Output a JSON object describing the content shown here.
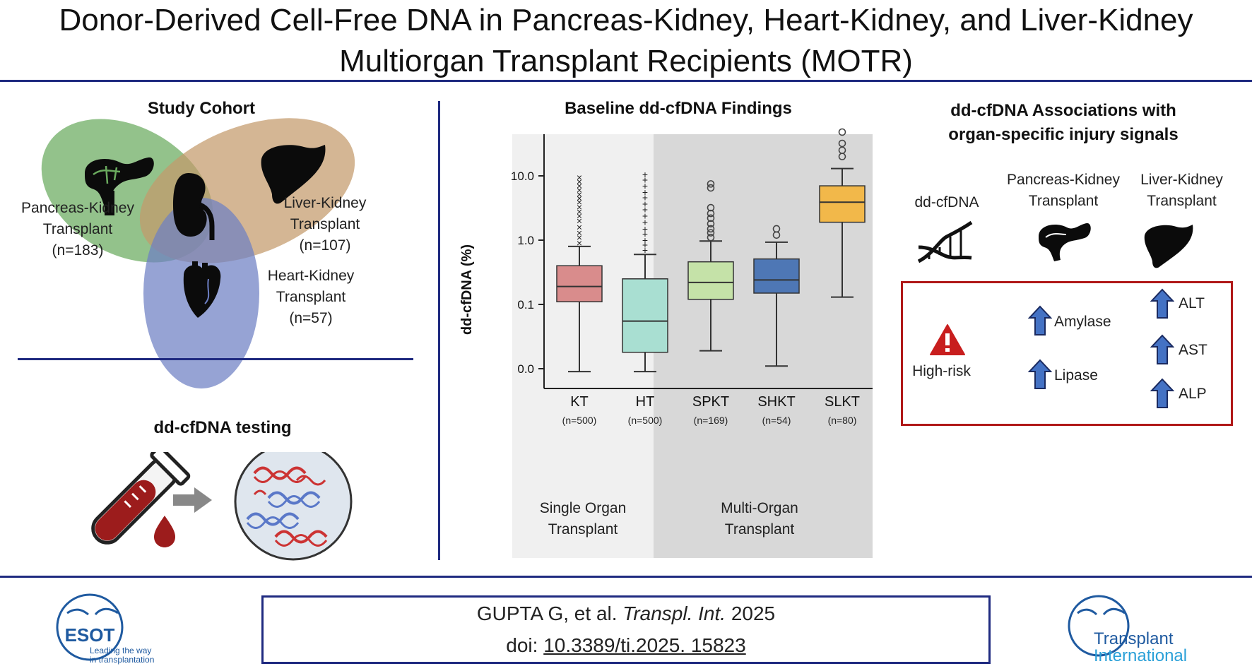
{
  "header": {
    "title_line1": "Donor-Derived Cell-Free DNA in Pancreas-Kidney, Heart-Kidney, and Liver-Kidney",
    "title_line2": "Multiorgan Transplant Recipients (MOTR)"
  },
  "cohort": {
    "title": "Study Cohort",
    "groups": [
      {
        "name_line1": "Pancreas-Kidney",
        "name_line2": "Transplant",
        "n": "(n=183)",
        "color": "#6aaa5e"
      },
      {
        "name_line1": "Liver-Kidney",
        "name_line2": "Transplant",
        "n": "(n=107)",
        "color": "#c39a6b"
      },
      {
        "name_line1": "Heart-Kidney",
        "name_line2": "Transplant",
        "n": "(n=57)",
        "color": "#6d7fc4"
      }
    ]
  },
  "testing": {
    "title": "dd-cfDNA testing"
  },
  "chart_data": {
    "type": "box",
    "title": "Baseline dd-cfDNA Findings",
    "ylabel": "dd-cfDNA (%)",
    "yscale": "log",
    "yticks": [
      "0.0",
      "0.1",
      "1.0",
      "10.0"
    ],
    "categories": [
      "KT",
      "HT",
      "SPKT",
      "SHKT",
      "SLKT"
    ],
    "counts": [
      "(n=500)",
      "(n=500)",
      "(n=169)",
      "(n=54)",
      "(n=80)"
    ],
    "groups": [
      {
        "label_line1": "Single Organ",
        "label_line2": "Transplant",
        "categories": [
          "KT",
          "HT"
        ]
      },
      {
        "label_line1": "Multi-Organ",
        "label_line2": "Transplant",
        "categories": [
          "SPKT",
          "SHKT",
          "SLKT"
        ]
      }
    ],
    "boxes": [
      {
        "name": "KT",
        "min": 0.009,
        "q1": 0.11,
        "median": 0.19,
        "q3": 0.4,
        "max": 0.8,
        "color": "#d98c8c",
        "outliers": [
          0.9,
          1.1,
          1.3,
          1.6,
          2.0,
          2.4,
          2.8,
          3.3,
          3.9,
          4.5,
          5.2,
          6.0,
          7.0,
          8.2,
          9.5
        ]
      },
      {
        "name": "HT",
        "min": 0.009,
        "q1": 0.018,
        "median": 0.055,
        "q3": 0.25,
        "max": 0.6,
        "color": "#a9dfd2",
        "outliers": [
          0.7,
          0.85,
          1.0,
          1.25,
          1.5,
          1.9,
          2.4,
          3.0,
          3.7,
          4.6,
          5.6,
          7.0,
          8.7,
          10.5
        ]
      },
      {
        "name": "SPKT",
        "min": 0.019,
        "q1": 0.12,
        "median": 0.22,
        "q3": 0.46,
        "max": 0.97,
        "color": "#c5e2a8",
        "outliers": [
          1.1,
          1.3,
          1.5,
          1.8,
          2.2,
          2.6,
          3.2,
          6.5,
          7.5
        ]
      },
      {
        "name": "SHKT",
        "min": 0.011,
        "q1": 0.15,
        "median": 0.24,
        "q3": 0.51,
        "max": 0.93,
        "color": "#4e77b5",
        "outliers": [
          1.2,
          1.5
        ]
      },
      {
        "name": "SLKT",
        "min": 0.13,
        "q1": 1.9,
        "median": 3.9,
        "q3": 7.0,
        "max": 13.0,
        "color": "#f2b84a",
        "outliers": [
          20,
          25,
          32,
          48
        ]
      }
    ]
  },
  "associations": {
    "title_line1": "dd-cfDNA Associations with",
    "title_line2": "organ-specific injury signals",
    "col1": "dd-cfDNA",
    "col2_line1": "Pancreas-Kidney",
    "col2_line2": "Transplant",
    "col3_line1": "Liver-Kidney",
    "col3_line2": "Transplant",
    "risk": "High-risk",
    "pancreas_markers": [
      "Amylase",
      "Lipase"
    ],
    "liver_markers": [
      "ALT",
      "AST",
      "ALP"
    ]
  },
  "footer": {
    "cite_authors": "GUPTA G, et al.",
    "cite_journal": "Transpl. Int.",
    "cite_year": "2025",
    "doi_label": "doi:",
    "doi_value": "10.3389/ti.2025. 15823",
    "esot_logo": "ESOT",
    "esot_tagline1": "Leading the way",
    "esot_tagline2": "in transplantation",
    "ti_logo1": "Transplant",
    "ti_logo2": "International"
  }
}
